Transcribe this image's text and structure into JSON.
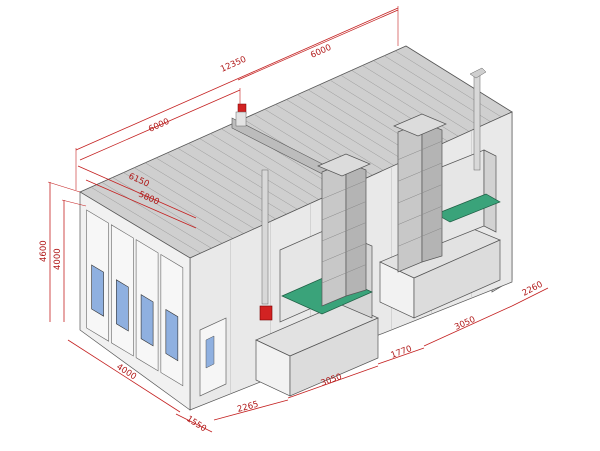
{
  "dimensions": {
    "total_length": "12350",
    "section_right": "6000",
    "section_left": "6000",
    "inner_length_a": "6150",
    "inner_length_b": "5800",
    "height_outer": "4600",
    "height_inner": "4000",
    "width_front": "4000",
    "door_offset": "1550",
    "unit_spacing_a": "2265",
    "unit_a_length": "3050",
    "unit_gap": "1770",
    "unit_b_length": "3050",
    "unit_depth": "2260"
  },
  "colors": {
    "dimension_red": "#c42020",
    "booth_panel": "#ececec",
    "roof_panel": "#c9c9c9",
    "duct_gray": "#c4c4c4",
    "filter_green": "#3aa37a",
    "burner_red": "#d22222",
    "window_blue": "#8fb0e0"
  },
  "icons": {
    "fan_unit_a": "duct-unit-icon",
    "fan_unit_b": "duct-unit-icon",
    "burner": "burner-box-icon",
    "exhaust_pipe": "chimney-pipe-icon"
  }
}
